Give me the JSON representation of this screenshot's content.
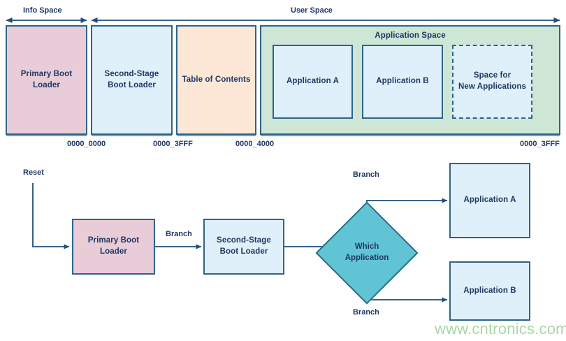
{
  "memory_map": {
    "spans": [
      {
        "label": "Info Space"
      },
      {
        "label": "User Space"
      }
    ],
    "regions": [
      {
        "name": "primary-boot-loader",
        "label": "Primary Boot\nLoader",
        "color": "#e8ccd7"
      },
      {
        "name": "second-stage-boot-loader",
        "label": "Second-Stage\nBoot Loader",
        "color": "#dff0fa"
      },
      {
        "name": "table-of-contents",
        "label": "Table of Contents",
        "color": "#fde8d7"
      }
    ],
    "application_space": {
      "title": "Application Space",
      "color": "#cde6d5",
      "slots": [
        {
          "name": "application-a",
          "label": "Application A",
          "style": "solid"
        },
        {
          "name": "application-b",
          "label": "Application B",
          "style": "solid"
        },
        {
          "name": "space-for-new-applications",
          "label": "Space for\nNew Applications",
          "style": "dashed"
        }
      ]
    },
    "addresses": [
      {
        "value": "0000_0000"
      },
      {
        "value": "0000_3FFF"
      },
      {
        "value": "0000_4000"
      },
      {
        "value": "0000_3FFF"
      }
    ]
  },
  "flow": {
    "entry_label": "Reset",
    "nodes": [
      {
        "name": "primary-boot-loader",
        "label": "Primary Boot\nLoader",
        "color": "#e8ccd7"
      },
      {
        "name": "second-stage-boot-loader",
        "label": "Second-Stage\nBoot Loader",
        "color": "#dff0fa"
      },
      {
        "name": "which-application",
        "label": "Which\nApplication",
        "color": "#61c4d4",
        "shape": "diamond"
      },
      {
        "name": "application-a",
        "label": "Application A",
        "color": "#dff0fa"
      },
      {
        "name": "application-b",
        "label": "Application B",
        "color": "#dff0fa"
      }
    ],
    "edge_labels": [
      {
        "name": "branch-1",
        "text": "Branch"
      },
      {
        "name": "branch-2",
        "text": "Branch"
      },
      {
        "name": "branch-3",
        "text": "Branch"
      }
    ]
  },
  "watermark": {
    "text": "www.cntronics.com",
    "color": "#a9d8a4"
  },
  "theme": {
    "stroke": "#2e6489",
    "text": "#1f3864",
    "arrow": "#1f4e79"
  }
}
